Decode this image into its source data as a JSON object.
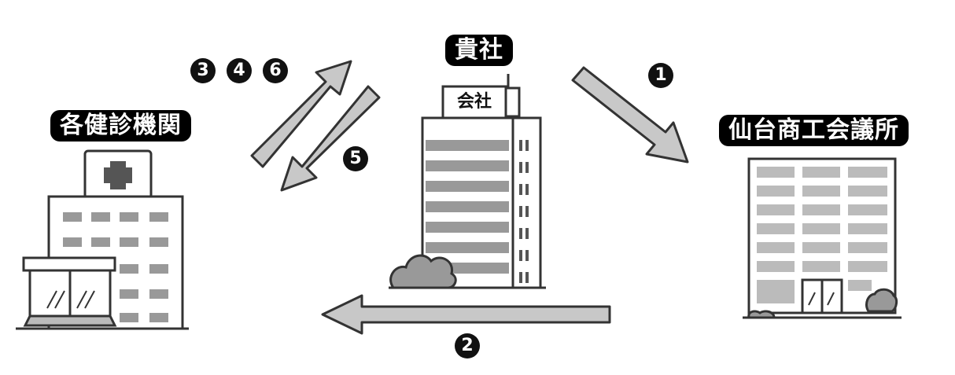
{
  "nodes": {
    "company": "貴社",
    "company_sign": "会社",
    "clinics": "各健診機関",
    "chamber": "仙台商工会議所"
  },
  "steps": {
    "s1": "1",
    "s2": "2",
    "s3": "3",
    "s4": "4",
    "s5": "5",
    "s6": "6"
  },
  "colors": {
    "arrow_fill": "#c8c8c8",
    "outline": "#333333",
    "label_bg": "#000000"
  },
  "icons": [
    "hospital-icon",
    "company-building-icon",
    "chamber-building-icon",
    "shrub-icon",
    "cross-icon"
  ]
}
